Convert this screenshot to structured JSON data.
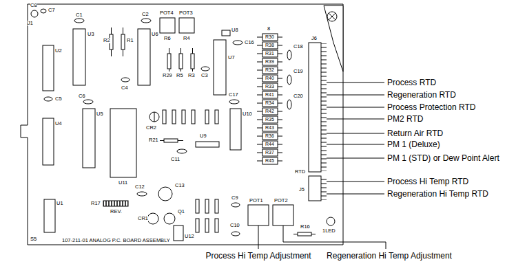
{
  "diagram": {
    "labels": [
      "C8",
      "C7",
      "J1",
      "C1",
      "U3",
      "R2",
      "R1",
      "C2",
      "U6",
      "POT4",
      "POT3",
      "R6",
      "R4",
      "U8",
      "C16",
      "U7",
      "R29",
      "R5",
      "R3",
      "C3",
      "C4",
      "U2",
      "C5",
      "C6",
      "U5",
      "U4",
      "U11",
      "CR2",
      "R21",
      "C11",
      "U9",
      "C17",
      "U10",
      "R17",
      "REV.",
      "C12",
      "C13",
      "CR1",
      "Q1",
      "U1",
      "U12",
      "C9",
      "C10",
      "POT1",
      "POT2",
      "R16",
      "1LED",
      "107-211-01 ANALOG P.C. BOARD ASSEMBLY",
      "S5",
      "8",
      "R30",
      "R38",
      "R31",
      "R39",
      "R32",
      "R40",
      "R33",
      "R41",
      "R34",
      "R42",
      "R35",
      "R43",
      "R36",
      "R44",
      "R37",
      "R45",
      "C18",
      "C19",
      "C20",
      "J6",
      "RTD",
      "J5",
      "Process RTD",
      "Regeneration RTD",
      "Process Protection RTD",
      "PM2 RTD",
      "Return Air RTD",
      "PM 1 (Deluxe)",
      "PM 1 (STD) or Dew Point Alert",
      "Process Hi Temp RTD",
      "Regeneration Hi Temp RTD",
      "Process Hi Temp Adjustment",
      "Regeneration Hi Temp Adjustment"
    ]
  }
}
